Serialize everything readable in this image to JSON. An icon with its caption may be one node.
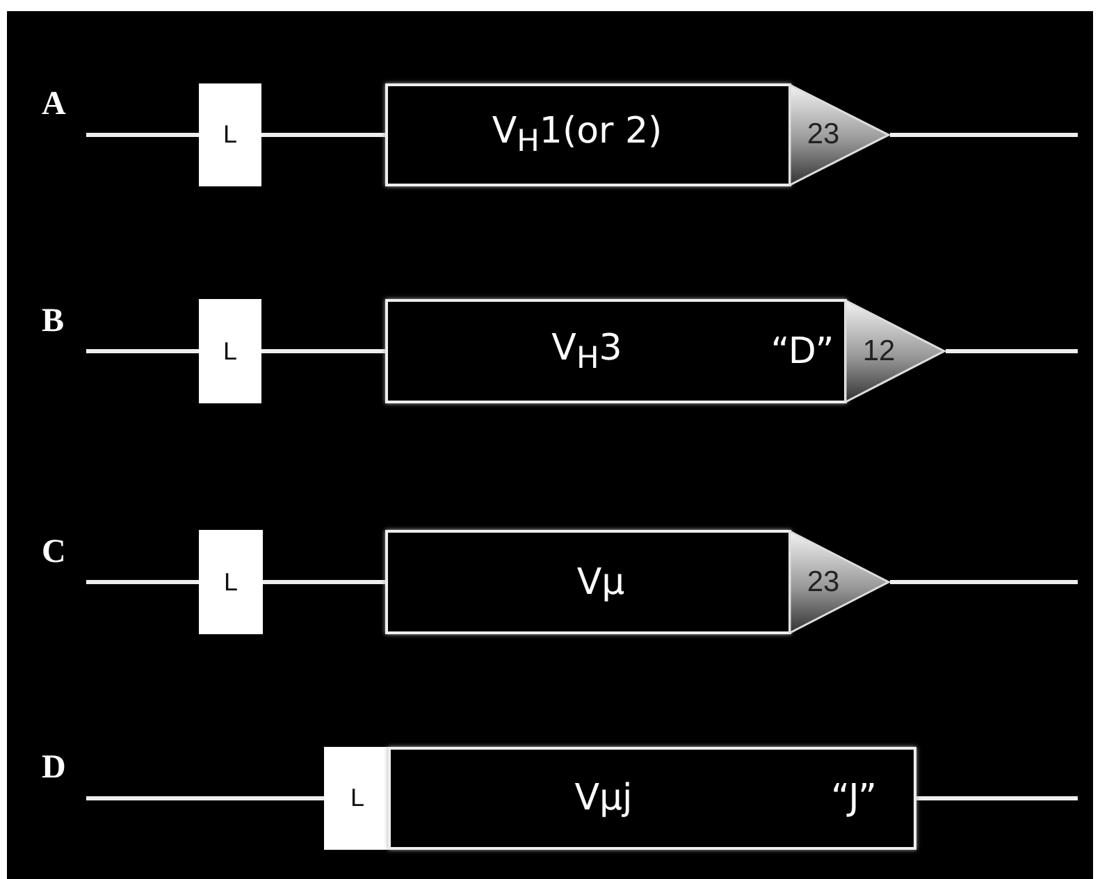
{
  "diagram": {
    "nodes": [
      {
        "text": [
          "L"
        ]
      },
      {
        "text": [
          "V$_{H}$1(or 2)"
        ]
      },
      {
        "text": [
          "23"
        ]
      },
      {
        "text": [
          "L"
        ]
      },
      {
        "text": [
          "V$_{H}$3",
          "“D”"
        ]
      },
      {
        "text": [
          "12"
        ]
      },
      {
        "text": [
          "L"
        ]
      },
      {
        "text": [
          "Vμ"
        ]
      },
      {
        "text": [
          "23"
        ]
      },
      {
        "text": [
          "L"
        ]
      },
      {
        "text": [
          "Vμj",
          "“J”"
        ]
      }
    ],
    "edges": [
      {
        "from": null,
        "to": 0,
        "arrow": "none"
      },
      {
        "from": 0,
        "to": 1,
        "arrow": "none"
      },
      {
        "from": 2,
        "to": null,
        "arrow": "none"
      },
      {
        "from": null,
        "to": 3,
        "arrow": "none"
      },
      {
        "from": 3,
        "to": 4,
        "arrow": "none"
      },
      {
        "from": 5,
        "to": null,
        "arrow": "none"
      },
      {
        "from": null,
        "to": 6,
        "arrow": "none"
      },
      {
        "from": 6,
        "to": 7,
        "arrow": "none"
      },
      {
        "from": 8,
        "to": null,
        "arrow": "none"
      },
      {
        "from": null,
        "to": 9,
        "arrow": "none"
      },
      {
        "from": 10,
        "to": null,
        "arrow": "none"
      }
    ],
    "labels": [
      "A",
      "B",
      "C",
      "D"
    ]
  }
}
